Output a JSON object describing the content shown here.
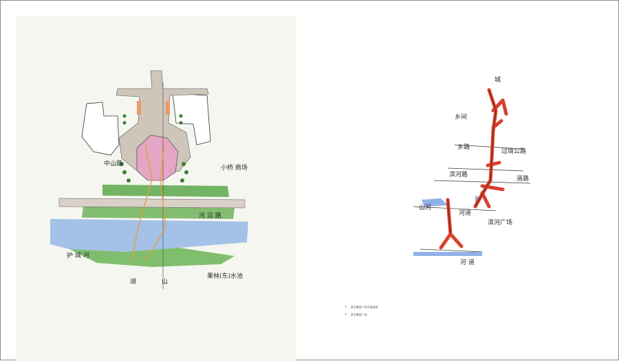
{
  "left_plan": {
    "labels": {
      "nw_road": "中山路",
      "ne_building": "小桥\n商场",
      "mid_road": "河 沿 路",
      "river": "护 城 河",
      "bottom_left": "湖",
      "bottom_mid": "山",
      "bottom_right": "果林(东)水池"
    }
  },
  "right_diagram": {
    "labels": {
      "top": "城",
      "upper_left": "乡间",
      "road_a": "乡路",
      "road_b": "过境公路",
      "road_c": "滨河路",
      "road_d": "道路",
      "river_left": "山河",
      "path": "河道",
      "lower_right": "滨河广场",
      "bottom": "河 道"
    }
  },
  "captions": [
    "滨河景观广场平面结构",
    "滨河景观广场"
  ],
  "colors": {
    "panel_bg": "#f6f6f1",
    "trunk_red": "#d8412c",
    "water_blue": "#8fb2e8",
    "green": "#58a845",
    "paving": "#c9c0b6"
  }
}
